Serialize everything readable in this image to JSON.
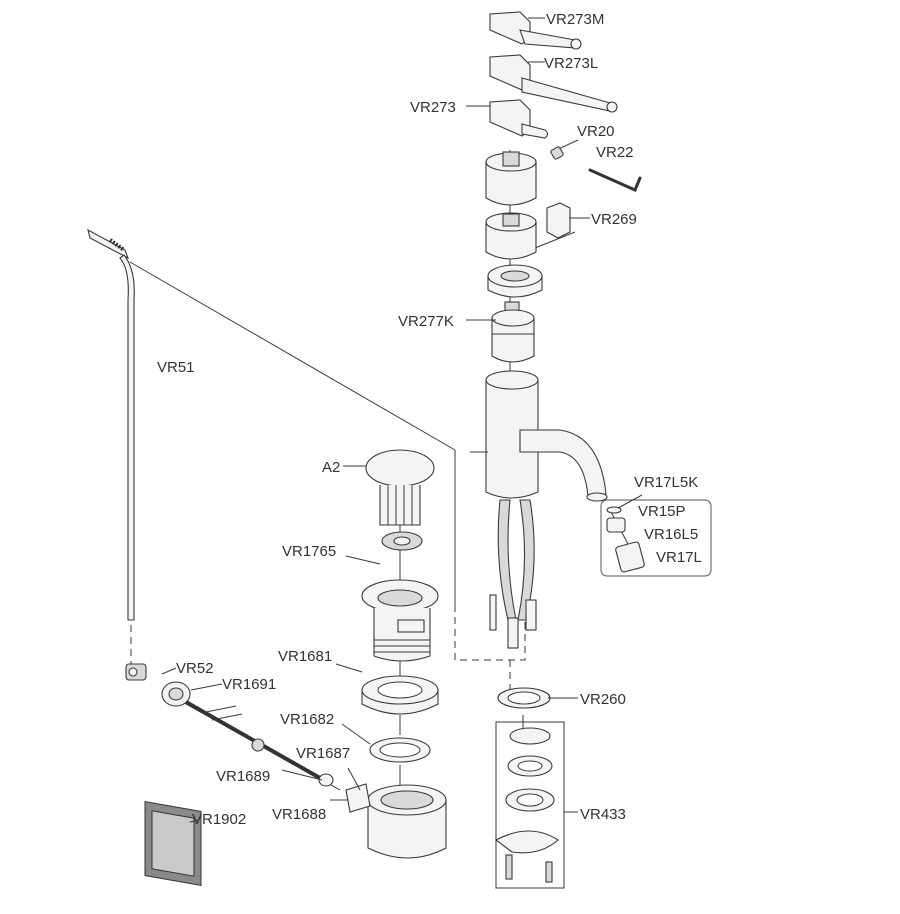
{
  "parts": {
    "vr273m": "VR273M",
    "vr273l": "VR273L",
    "vr273": "VR273",
    "vr20": "VR20",
    "vr22": "VR22",
    "vr269": "VR269",
    "vr277k": "VR277K",
    "vr51": "VR51",
    "a2": "A2",
    "vr17l5k": "VR17L5K",
    "vr15p": "VR15P",
    "vr16l5": "VR16L5",
    "vr17l": "VR17L",
    "vr1765": "VR1765",
    "vr1681": "VR1681",
    "vr52": "VR52",
    "vr1691": "VR1691",
    "vr260": "VR260",
    "vr1682": "VR1682",
    "vr1687": "VR1687",
    "vr1689": "VR1689",
    "vr1688": "VR1688",
    "vr433": "VR433",
    "vr1902": "VR1902"
  }
}
